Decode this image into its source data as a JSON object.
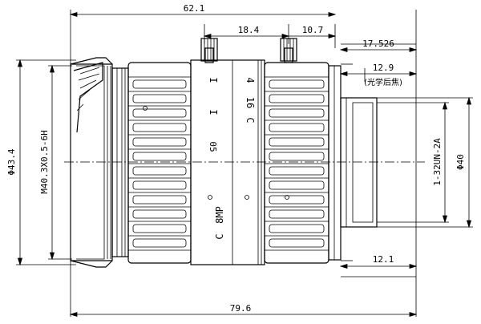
{
  "dimensions": {
    "overall_top": "62.1",
    "upper_ring_span": "18.4",
    "lower_ring_span": "10.7",
    "back_protrusion": "17.526",
    "flange_back": "12.9",
    "flange_back_note": "(光学后焦)",
    "overall_bottom": "79.6",
    "mount_length": "12.1",
    "left_diameter": "Φ43.4",
    "front_thread": "M40.3X0.5-6H",
    "mount_thread": "1-32UN-2A",
    "right_diameter": "Φ40"
  },
  "lens_markings": {
    "focus_scale_top": "I",
    "focus_scale_mid": "I",
    "focus_number": "05",
    "iris_number_top": "4",
    "iris_number_mid": "16",
    "iris_letter": "C",
    "model_mount": "C",
    "model_resolution": "8MP"
  }
}
